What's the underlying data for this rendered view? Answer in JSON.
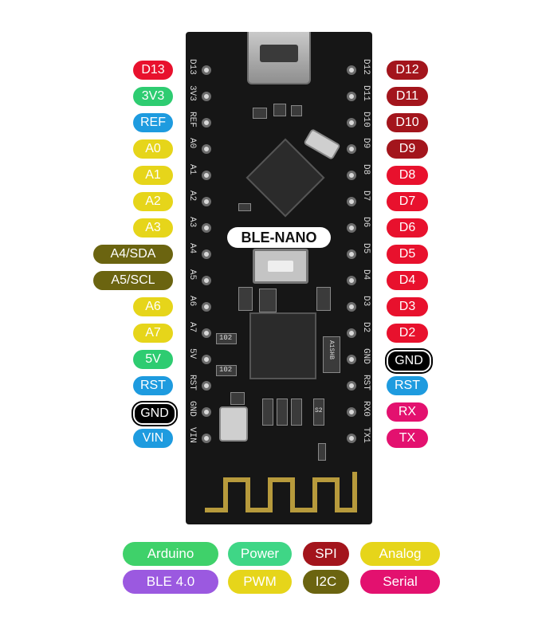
{
  "board": {
    "brand": "BLE-NANO",
    "left_silkscreen": [
      "D13",
      "3V3",
      "REF",
      "A0",
      "A1",
      "A2",
      "A3",
      "A4",
      "A5",
      "A6",
      "A7",
      "5V",
      "RST",
      "GND",
      "VIN"
    ],
    "right_silkscreen": [
      "D12",
      "D11",
      "D10",
      "D9",
      "D8",
      "D7",
      "D6",
      "D5",
      "D4",
      "D3",
      "D2",
      "GND",
      "RST",
      "RX0",
      "TX1"
    ],
    "chip_markings": [
      "102",
      "102",
      "A1SHB",
      "S2"
    ]
  },
  "left_pins": [
    {
      "text": "D13",
      "color": "#e8112d"
    },
    {
      "text": "3V3",
      "color": "#2ecc71"
    },
    {
      "text": "REF",
      "color": "#1e9bdf"
    },
    {
      "text": "A0",
      "color": "#e6d51a"
    },
    {
      "text": "A1",
      "color": "#e6d51a"
    },
    {
      "text": "A2",
      "color": "#e6d51a"
    },
    {
      "text": "A3",
      "color": "#e6d51a"
    },
    {
      "text": "A4/SDA",
      "color": "#6b6410"
    },
    {
      "text": "A5/SCL",
      "color": "#6b6410"
    },
    {
      "text": "A6",
      "color": "#e6d51a"
    },
    {
      "text": "A7",
      "color": "#e6d51a"
    },
    {
      "text": "5V",
      "color": "#2ecc71"
    },
    {
      "text": "RST",
      "color": "#1e9bdf"
    },
    {
      "text": "GND",
      "color": "#000000"
    },
    {
      "text": "VIN",
      "color": "#1e9bdf"
    }
  ],
  "right_pins": [
    {
      "text": "D12",
      "color": "#a3151c"
    },
    {
      "text": "D11",
      "color": "#a3151c"
    },
    {
      "text": "D10",
      "color": "#a3151c"
    },
    {
      "text": "D9",
      "color": "#a3151c"
    },
    {
      "text": "D8",
      "color": "#e8112d"
    },
    {
      "text": "D7",
      "color": "#e8112d"
    },
    {
      "text": "D6",
      "color": "#e8112d"
    },
    {
      "text": "D5",
      "color": "#e8112d"
    },
    {
      "text": "D4",
      "color": "#e8112d"
    },
    {
      "text": "D3",
      "color": "#e8112d"
    },
    {
      "text": "D2",
      "color": "#e8112d"
    },
    {
      "text": "GND",
      "color": "#000000"
    },
    {
      "text": "RST",
      "color": "#1e9bdf"
    },
    {
      "text": "RX",
      "color": "#e3116f"
    },
    {
      "text": "TX",
      "color": "#e3116f"
    }
  ],
  "legend": [
    {
      "text": "Arduino",
      "color": "#3fd16a"
    },
    {
      "text": "Power",
      "color": "#3fd686"
    },
    {
      "text": "SPI",
      "color": "#a3151c"
    },
    {
      "text": "Analog",
      "color": "#e6d51a"
    },
    {
      "text": "BLE 4.0",
      "color": "#9b59e0"
    },
    {
      "text": "PWM",
      "color": "#e6d51a"
    },
    {
      "text": "I2C",
      "color": "#6b6410"
    },
    {
      "text": "Serial",
      "color": "#e3116f"
    }
  ]
}
